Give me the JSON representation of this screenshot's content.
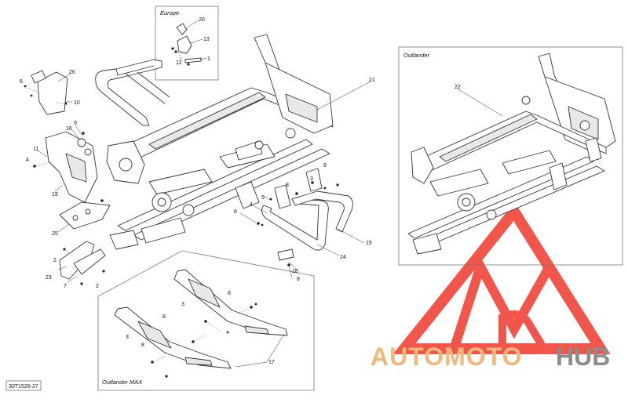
{
  "reference_code": "30T1526-27",
  "watermark": {
    "text_primary": "AUTOMOTO",
    "text_secondary": "HUB",
    "color_primary": "#f0b87a",
    "color_secondary": "#8c8c8c",
    "logo_color": "#f0392b"
  },
  "boxes": {
    "europe": {
      "title": "Europe"
    },
    "outlander": {
      "title": "Outlander"
    },
    "outlander_max": {
      "title": "Outlander MAX"
    }
  },
  "callouts": {
    "c1": "1",
    "c2a": "2",
    "c2b": "2",
    "c3a": "3",
    "c3b": "3",
    "c4a": "4",
    "c4b": "4",
    "c5": "5",
    "c6": "6",
    "c7": "7",
    "c8a": "8",
    "c8b": "8",
    "c8c": "8",
    "c8d": "8",
    "c8e": "8",
    "c8f": "8",
    "c8g": "8",
    "c9": "9",
    "c10": "10",
    "c11": "11",
    "c12": "12",
    "c13": "13",
    "c15": "15",
    "c16": "16",
    "c17": "17",
    "c18": "18",
    "c19": "19",
    "c20": "20",
    "c21": "21",
    "c22": "22",
    "c23": "23",
    "c24": "24",
    "c25": "25",
    "c26": "26"
  }
}
